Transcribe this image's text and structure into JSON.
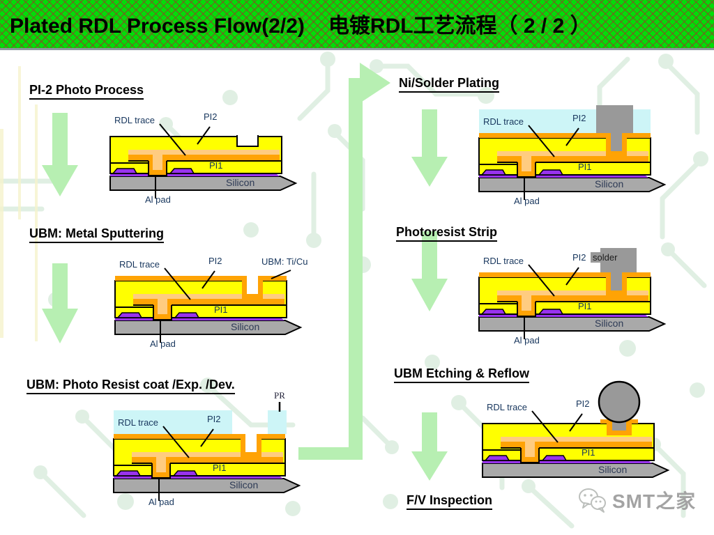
{
  "title": {
    "en": "Plated RDL Process Flow(2/2)",
    "cn": "电镀RDL工艺流程（ 2 / 2 ）"
  },
  "steps": [
    {
      "heading": "PI-2 Photo Process",
      "labels": {
        "rdl": "RDL trace",
        "pi2": "PI2",
        "pi1": "PI1",
        "silicon": "Silicon",
        "alpad": "Al pad"
      }
    },
    {
      "heading": "UBM: Metal Sputtering",
      "labels": {
        "rdl": "RDL trace",
        "pi2": "PI2",
        "ubm": "UBM: Ti/Cu",
        "pi1": "PI1",
        "silicon": "Silicon",
        "alpad": "Al pad"
      }
    },
    {
      "heading": "UBM: Photo Resist coat /Exp. /Dev.",
      "labels": {
        "rdl": "RDL trace",
        "pi2": "PI2",
        "pr": "PR",
        "pi1": "PI1",
        "silicon": "Silicon",
        "alpad": "Al pad"
      }
    },
    {
      "heading": "Ni/Solder Plating",
      "labels": {
        "rdl": "RDL trace",
        "pi2": "PI2",
        "pi1": "PI1",
        "silicon": "Silicon",
        "alpad": "Al pad"
      }
    },
    {
      "heading": "Photoresist Strip",
      "labels": {
        "rdl": "RDL trace",
        "pi2": "PI2",
        "solder": "solder",
        "pi1": "PI1",
        "silicon": "Silicon",
        "alpad": "Al pad"
      }
    },
    {
      "heading": "UBM Etching & Reflow",
      "labels": {
        "rdl": "RDL trace",
        "pi2": "PI2",
        "pi1": "PI1",
        "silicon": "Silicon"
      }
    },
    {
      "heading": "F/V Inspection"
    }
  ],
  "watermark": {
    "text": "SMT之家"
  },
  "colors": {
    "title_bg": "#00dd08",
    "title_hatch": "#9b3728",
    "pi_yellow": "#ffff00",
    "rdl_orange": "#ffa305",
    "rdl_peach": "#ffcc80",
    "photoresist_cyan": "#cdf5f7",
    "solder_gray": "#999999",
    "silicon_gray": "#a9a9a9",
    "pad_purple": "#9933ee",
    "arrow_green": "#b7efb2",
    "label_navy": "#17365d",
    "circuit_bg": "#e0efe3"
  }
}
